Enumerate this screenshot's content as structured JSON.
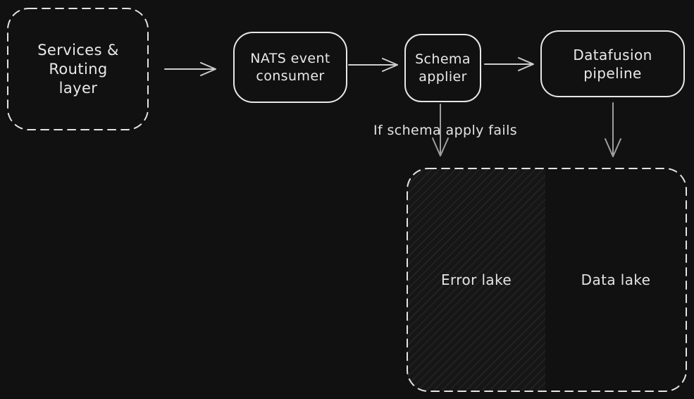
{
  "canvas": {
    "background": "#111111",
    "box_stroke": "#e7e7e7",
    "dash_stroke": "#e3e3e3",
    "arrow_color": "#cdcdcd",
    "vertical_arrow_color": "#9f9f9f",
    "text_color": "#e9e9e9",
    "hatch_fill": "#1c1c1c"
  },
  "nodes": {
    "services_routing": {
      "line1": "Services & Routing",
      "line2": "layer"
    },
    "nats_consumer": {
      "line1": "NATS event",
      "line2": "consumer"
    },
    "schema_applier": {
      "line1": "Schema",
      "line2": "applier"
    },
    "datafusion_pipeline": {
      "label": "Datafusion pipeline"
    }
  },
  "lakes": {
    "error_label": "Error lake",
    "data_label": "Data lake"
  },
  "edges": [
    {
      "from": "services-routing-layer",
      "to": "nats-event-consumer"
    },
    {
      "from": "nats-event-consumer",
      "to": "schema-applier"
    },
    {
      "from": "schema-applier",
      "to": "datafusion-pipeline"
    },
    {
      "from": "schema-applier",
      "to": "error-lake",
      "label": "If schema apply fails"
    },
    {
      "from": "datafusion-pipeline",
      "to": "data-lake"
    }
  ]
}
